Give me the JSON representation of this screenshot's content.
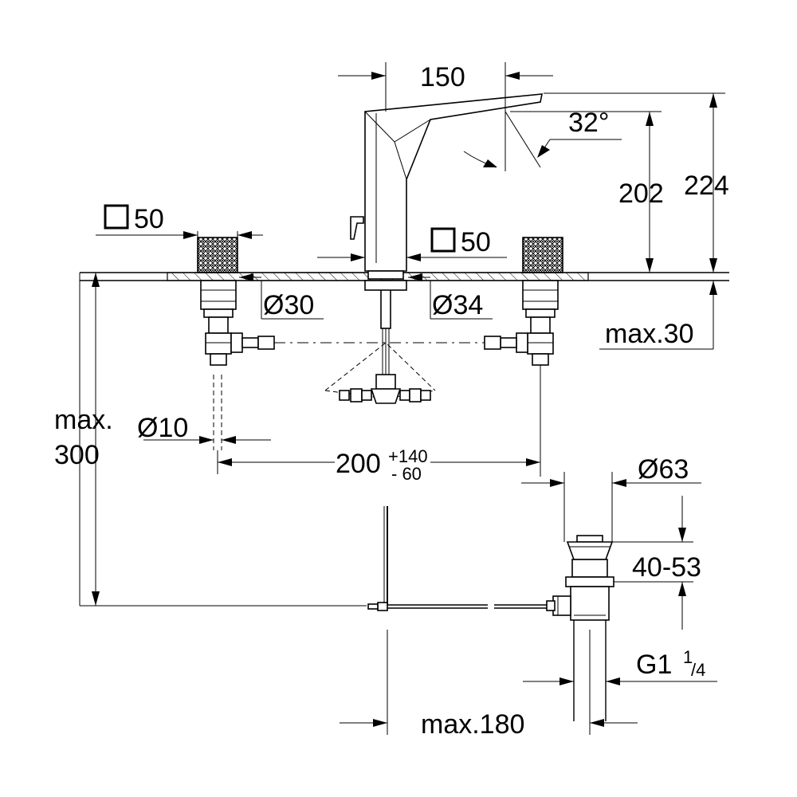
{
  "labels": {
    "spout_reach": "150",
    "spout_angle": "32°",
    "spout_height": "202",
    "overall_height": "224",
    "handle_left_square": "50",
    "handle_right_square": "50",
    "hole_diameter_handle": "Ø30",
    "hole_diameter_spout": "Ø34",
    "max_deck_thickness": "max.30",
    "max_depth_label_1": "max.",
    "max_depth_label_2": "300",
    "pipe_diameter": "Ø10",
    "center_distance": "200",
    "center_tol_plus": "+140",
    "center_tol_minus": "-  60",
    "waste_diameter": "Ø63",
    "waste_height": "40-53",
    "thread_main": "G1",
    "thread_num": "1",
    "thread_den": "/4",
    "max_rod_length": "max.180"
  }
}
